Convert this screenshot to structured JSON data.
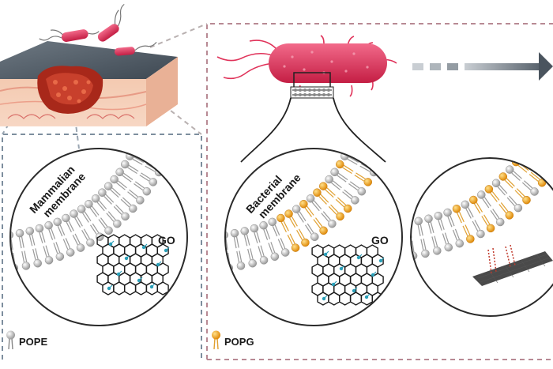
{
  "panels": {
    "mammalian": {
      "membrane_label_line1": "Mammalian",
      "membrane_label_line2": "membrane",
      "go_label": "GO"
    },
    "bacterial": {
      "membrane_label_line1": "Bacterial",
      "membrane_label_line2": "membrane",
      "go_label": "GO"
    }
  },
  "legend": {
    "pope_label": "POPE",
    "popg_label": "POPG"
  },
  "colors": {
    "pope_head": "#c8c8c8",
    "popg_head": "#f2a41e",
    "bacterium": "#e0335a",
    "tissue_wound": "#a8281a",
    "graphene": "#1b1b1b",
    "oxygen_groups": "#2a9fb8",
    "frame_left": "#7d8e9e",
    "frame_right": "#b88a94"
  },
  "icons": [
    "skin-tissue-icon",
    "bacterium-icon",
    "lipid-bilayer-icon",
    "graphene-oxide-icon",
    "arrow-right-icon"
  ]
}
